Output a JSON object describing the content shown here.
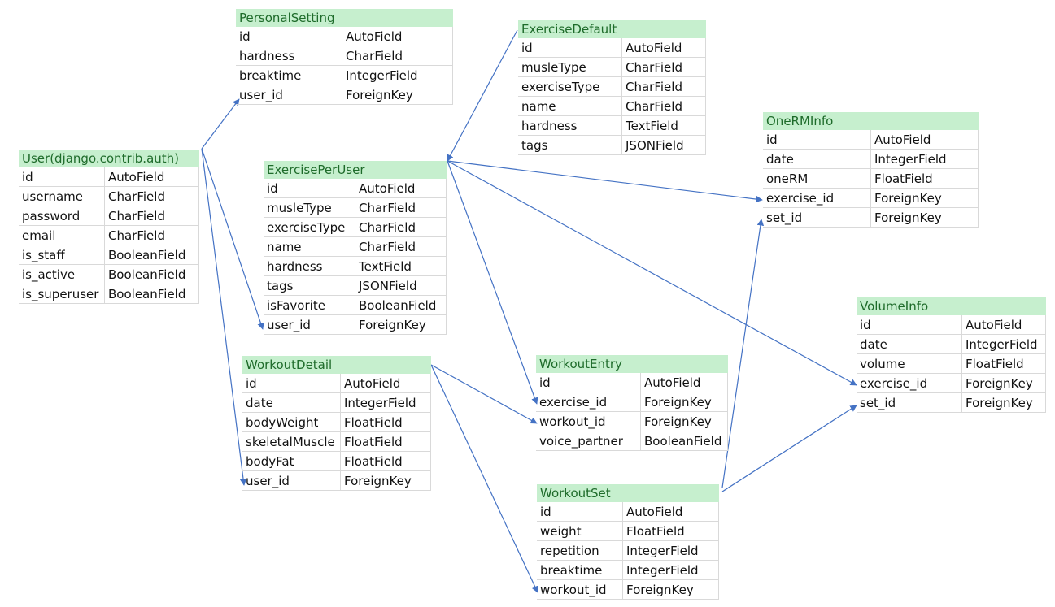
{
  "entities": [
    {
      "title": "PersonalSetting",
      "fields": [
        {
          "name": "id",
          "type": "AutoField"
        },
        {
          "name": "hardness",
          "type": "CharField"
        },
        {
          "name": "breaktime",
          "type": "IntegerField"
        },
        {
          "name": "user_id",
          "type": "ForeignKey"
        }
      ]
    },
    {
      "title": "ExerciseDefault",
      "fields": [
        {
          "name": "id",
          "type": "AutoField"
        },
        {
          "name": "musleType",
          "type": "CharField"
        },
        {
          "name": "exerciseType",
          "type": "CharField"
        },
        {
          "name": "name",
          "type": "CharField"
        },
        {
          "name": "hardness",
          "type": "TextField"
        },
        {
          "name": "tags",
          "type": "JSONField"
        }
      ]
    },
    {
      "title": "OneRMInfo",
      "fields": [
        {
          "name": "id",
          "type": "AutoField"
        },
        {
          "name": "date",
          "type": "IntegerField"
        },
        {
          "name": "oneRM",
          "type": "FloatField"
        },
        {
          "name": "exercise_id",
          "type": "ForeignKey"
        },
        {
          "name": "set_id",
          "type": "ForeignKey"
        }
      ]
    },
    {
      "title": "User(django.contrib.auth)",
      "fields": [
        {
          "name": "id",
          "type": "AutoField"
        },
        {
          "name": "username",
          "type": "CharField"
        },
        {
          "name": "password",
          "type": "CharField"
        },
        {
          "name": "email",
          "type": "CharField"
        },
        {
          "name": "is_staff",
          "type": "BooleanField"
        },
        {
          "name": "is_active",
          "type": "BooleanField"
        },
        {
          "name": "is_superuser",
          "type": "BooleanField"
        }
      ]
    },
    {
      "title": "ExercisePerUser",
      "fields": [
        {
          "name": "id",
          "type": "AutoField"
        },
        {
          "name": "musleType",
          "type": "CharField"
        },
        {
          "name": "exerciseType",
          "type": "CharField"
        },
        {
          "name": "name",
          "type": "CharField"
        },
        {
          "name": "hardness",
          "type": "TextField"
        },
        {
          "name": "tags",
          "type": "JSONField"
        },
        {
          "name": "isFavorite",
          "type": "BooleanField"
        },
        {
          "name": "user_id",
          "type": "ForeignKey"
        }
      ]
    },
    {
      "title": "VolumeInfo",
      "fields": [
        {
          "name": "id",
          "type": "AutoField"
        },
        {
          "name": "date",
          "type": "IntegerField"
        },
        {
          "name": "volume",
          "type": "FloatField"
        },
        {
          "name": "exercise_id",
          "type": "ForeignKey"
        },
        {
          "name": "set_id",
          "type": "ForeignKey"
        }
      ]
    },
    {
      "title": "WorkoutDetail",
      "fields": [
        {
          "name": "id",
          "type": "AutoField"
        },
        {
          "name": "date",
          "type": "IntegerField"
        },
        {
          "name": "bodyWeight",
          "type": "FloatField"
        },
        {
          "name": "skeletalMuscle",
          "type": "FloatField"
        },
        {
          "name": "bodyFat",
          "type": "FloatField"
        },
        {
          "name": "user_id",
          "type": "ForeignKey"
        }
      ]
    },
    {
      "title": "WorkoutEntry",
      "fields": [
        {
          "name": "id",
          "type": "AutoField"
        },
        {
          "name": "exercise_id",
          "type": "ForeignKey"
        },
        {
          "name": "workout_id",
          "type": "ForeignKey"
        },
        {
          "name": "voice_partner",
          "type": "BooleanField"
        }
      ]
    },
    {
      "title": "WorkoutSet",
      "fields": [
        {
          "name": "id",
          "type": "AutoField"
        },
        {
          "name": "weight",
          "type": "FloatField"
        },
        {
          "name": "repetition",
          "type": "IntegerField"
        },
        {
          "name": "breaktime",
          "type": "IntegerField"
        },
        {
          "name": "workout_id",
          "type": "ForeignKey"
        }
      ]
    }
  ],
  "colors": {
    "header_bg": "#c6efce",
    "header_text": "#1e6b2a",
    "arrow": "#4472c4",
    "grid": "#d9d9d9"
  }
}
